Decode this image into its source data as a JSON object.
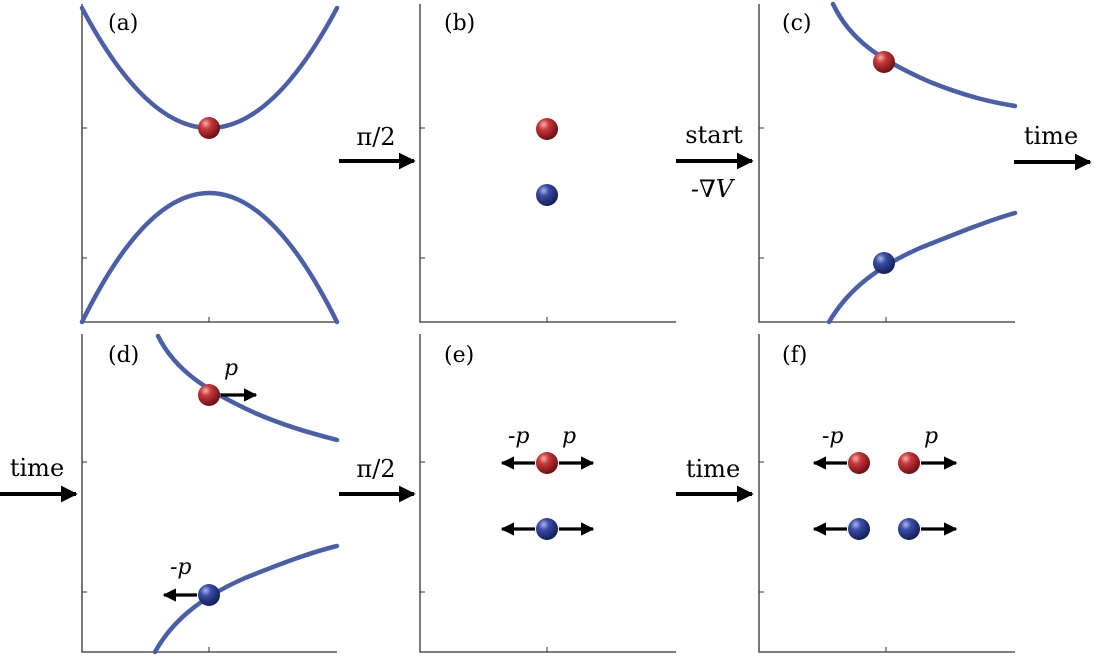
{
  "colors": {
    "curve": "#4a5fa8",
    "curve_edge": "#2b3c7c",
    "red_ball": "#b3262a",
    "blue_ball": "#2f3f8f",
    "axis": "#333333",
    "arrow": "#000000"
  },
  "panels": [
    {
      "id": "a",
      "label": "(a)"
    },
    {
      "id": "b",
      "label": "(b)"
    },
    {
      "id": "c",
      "label": "(c)"
    },
    {
      "id": "d",
      "label": "(d)"
    },
    {
      "id": "e",
      "label": "(e)"
    },
    {
      "id": "f",
      "label": "(f)"
    }
  ],
  "transitions": {
    "ab": {
      "top": "π/2"
    },
    "bc": {
      "top": "start",
      "bottom": "-∇V"
    },
    "c_out": {
      "top": "time"
    },
    "d_in": {
      "top": "time"
    },
    "de": {
      "top": "π/2"
    },
    "ef": {
      "top": "time"
    }
  },
  "momentum": {
    "plus": "p",
    "minus": "-p"
  }
}
